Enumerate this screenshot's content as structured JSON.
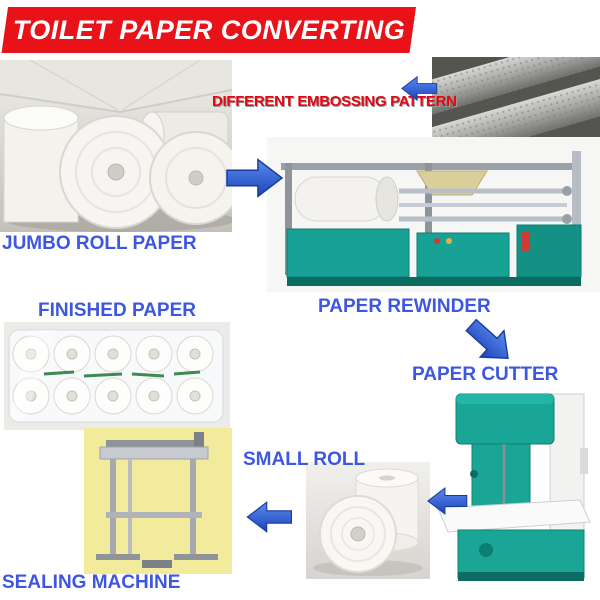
{
  "banner": {
    "title": "TOILET PAPER CONVERTING"
  },
  "labels": {
    "jumbo_roll": "JUMBO ROLL PAPER",
    "embossing": "DIFFERENT EMBOSSING PATTERN",
    "rewinder": "PAPER REWINDER",
    "cutter": "PAPER CUTTER",
    "finished_paper": "FINISHED PAPER",
    "small_roll": "SMALL ROLL",
    "sealing": "SEALING MACHINE"
  },
  "colors": {
    "banner_red": "#ea1219",
    "label_blue": "#3e57e2",
    "embossing_text_red": "#e30613",
    "arrow_blue": "#2e67df",
    "machine_teal": "#1aa697",
    "sealing_bg_yellow": "#f2eb9c"
  },
  "graphics": {
    "photos": [
      "jumbo-roll-warehouse",
      "embossing-pattern-rollers",
      "paper-rewinder-machine",
      "finished-paper-package",
      "sealing-machine",
      "small-toilet-rolls",
      "paper-cutter-machine"
    ],
    "arrows": [
      {
        "name": "arrow-jumbo-to-rewinder",
        "direction": "right"
      },
      {
        "name": "arrow-embossing-pointer",
        "direction": "left"
      },
      {
        "name": "arrow-rewinder-to-cutter",
        "direction": "down-right"
      },
      {
        "name": "arrow-cutter-to-smallroll",
        "direction": "left"
      },
      {
        "name": "arrow-smallroll-to-sealing",
        "direction": "left"
      }
    ]
  }
}
